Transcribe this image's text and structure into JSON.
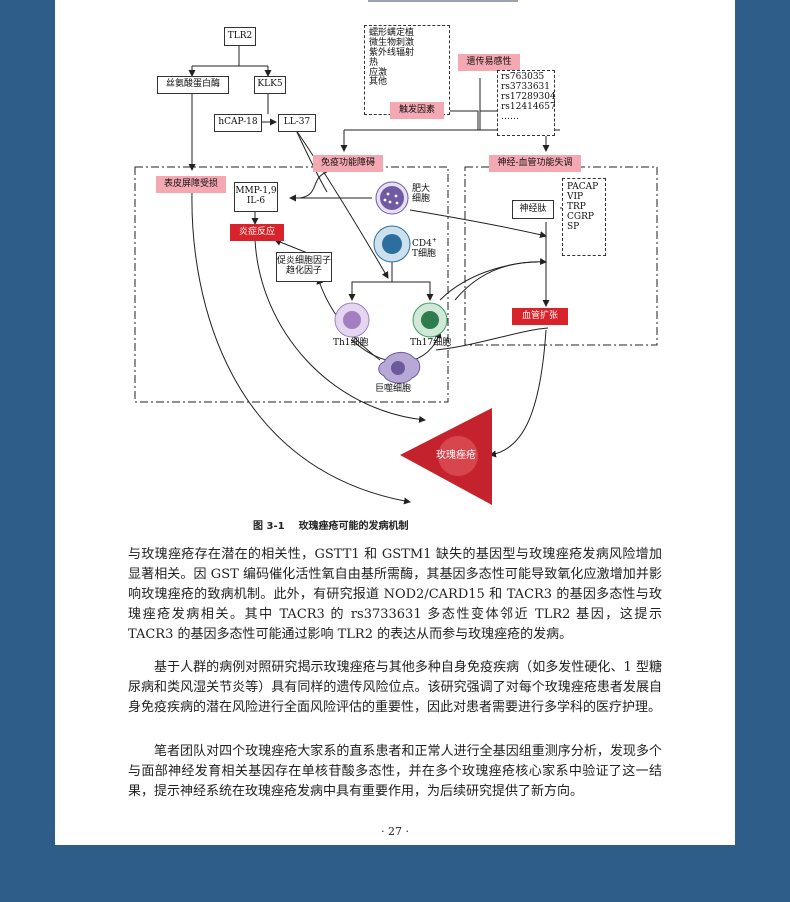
{
  "figure": {
    "nodes": {
      "tlr2": "TLR2",
      "serine_protease": "丝氨酸蛋白酶",
      "klk5": "KLK5",
      "hcap18": "hCAP-18",
      "ll37": "LL-37",
      "triggers_list": [
        "蠕形螨定植",
        "微生物刺激",
        "紫外线辐射",
        "热",
        "应激",
        "其他"
      ],
      "trigger_label": "触发因素",
      "genetic_label": "遗传易感性",
      "snp_list": [
        "rs763035",
        "rs3733631",
        "rs17289304",
        "rs12414657",
        "……"
      ],
      "immune_label": "免疫功能障碍",
      "neurovascular_label": "神经-血管功能失调",
      "barrier_label": "表皮屏障受损",
      "mmp_lines": [
        "MMP-1,9",
        "IL-6"
      ],
      "inflammation_label": "炎症反应",
      "cytokine_lines": [
        "促炎细胞因子",
        "趋化因子"
      ],
      "mast_cell_lines": [
        "肥大",
        "细胞"
      ],
      "cd4_line1": "CD4",
      "cd4_sup": "+",
      "cd4_line2": "T细胞",
      "th1_label": "Th1细胞",
      "th17_label": "Th17细胞",
      "macrophage_label": "巨噬细胞",
      "neuropeptide_label": "神经肽",
      "neuropeptide_list": [
        "PACAP",
        "VIP",
        "TRP",
        "CGRP",
        "SP"
      ],
      "vasodilation_label": "血管扩张",
      "rosacea_label": "玫瑰痤疮"
    },
    "colors": {
      "pink": "#f4a8b2",
      "red": "#d8232a",
      "triangle": "#c4222c",
      "mast_cell": "#6f5aa6",
      "cd4_cell": "#2c6e9e",
      "th1_cell": "#a27fc0",
      "th17_cell": "#3f9b63",
      "macrophage": "#6d5a9c"
    },
    "caption_num": "图 3-1",
    "caption_text": "玫瑰痤疮可能的发病机制"
  },
  "body": {
    "p1": "与玫瑰痤疮存在潜在的相关性，GSTT1 和 GSTM1 缺失的基因型与玫瑰痤疮发病风险增加显著相关。因 GST 编码催化活性氧自由基所需酶，其基因多态性可能导致氧化应激增加并影响玫瑰痤疮的致病机制。此外，有研究报道 NOD2/CARD15 和 TACR3 的基因多态性与玫瑰痤疮发病相关。其中 TACR3 的 rs3733631 多态性变体邻近 TLR2 基因，这提示 TACR3 的基因多态性可能通过影响 TLR2 的表达从而参与玫瑰痤疮的发病。",
    "p2": "基于人群的病例对照研究揭示玫瑰痤疮与其他多种自身免疫疾病（如多发性硬化、1 型糖尿病和类风湿关节炎等）具有同样的遗传风险位点。该研究强调了对每个玫瑰痤疮患者发展自身免疫疾病的潜在风险进行全面风险评估的重要性，因此对患者需要进行多学科的医疗护理。",
    "p3": "笔者团队对四个玫瑰痤疮大家系的直系患者和正常人进行全基因组重测序分析，发现多个与面部神经发育相关基因存在单核苷酸多态性，并在多个玫瑰痤疮核心家系中验证了这一结果，提示神经系统在玫瑰痤疮发病中具有重要作用，为后续研究提供了新方向。"
  },
  "page_number": "· 27 ·"
}
